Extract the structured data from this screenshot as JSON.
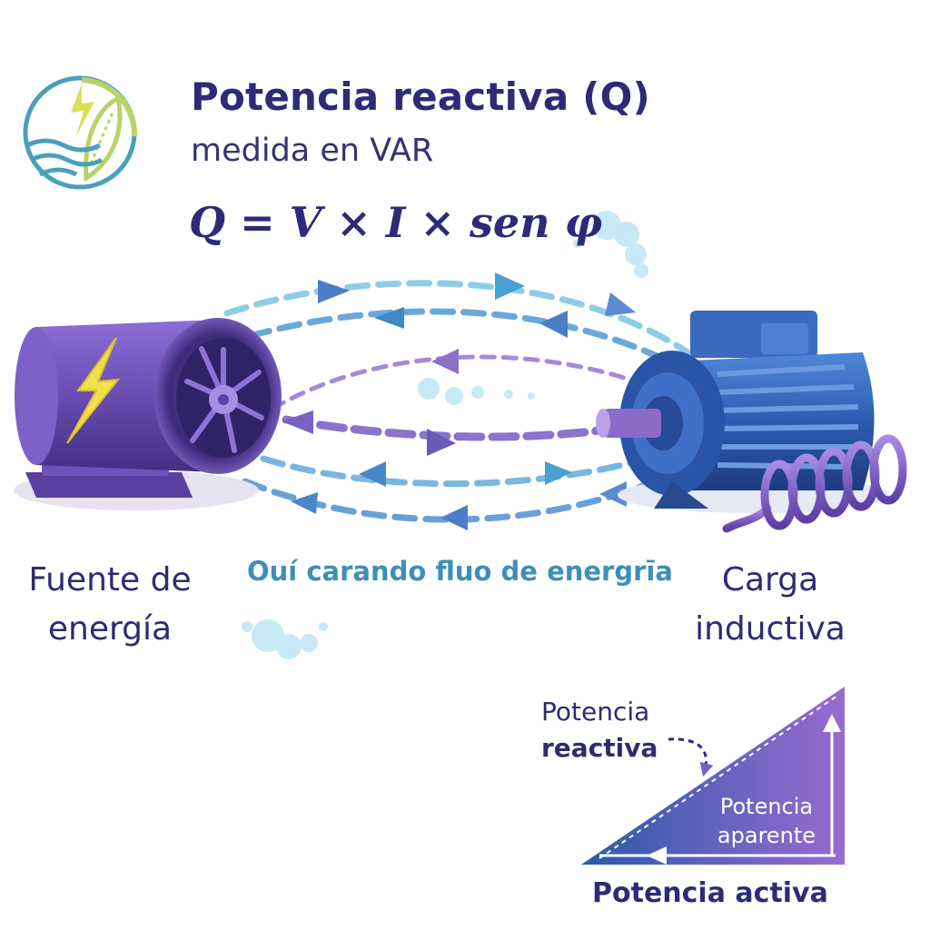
{
  "header": {
    "title": "Potencia reactiva (Q)",
    "subtitle": "medida en VAR",
    "formula": "Q = V × I × sen φ"
  },
  "labels": {
    "source_line1": "Fuente de",
    "source_line2": "energía",
    "flow": "Ouí carando fluo de energrīa",
    "load_line1": "Carga",
    "load_line2": "inductiva"
  },
  "triangle": {
    "reactive_line1": "Potencia",
    "reactive_line2": "reactiva",
    "apparent_line1": "Potencia",
    "apparent_line2": "aparente",
    "active": "Potencia activa"
  },
  "icons": {
    "logo": "energy-leaf-wave-logo-icon",
    "source": "purple-generator-icon",
    "load": "blue-electric-motor-icon",
    "coil": "inductor-coil-icon"
  },
  "colors": {
    "title": "#2e2a78",
    "flow_text": "#3d8fb8",
    "generator": "#6a4bb0",
    "motor": "#2e5cb0",
    "triangle_start": "#2a5aa8",
    "triangle_end": "#9a6ad0"
  }
}
